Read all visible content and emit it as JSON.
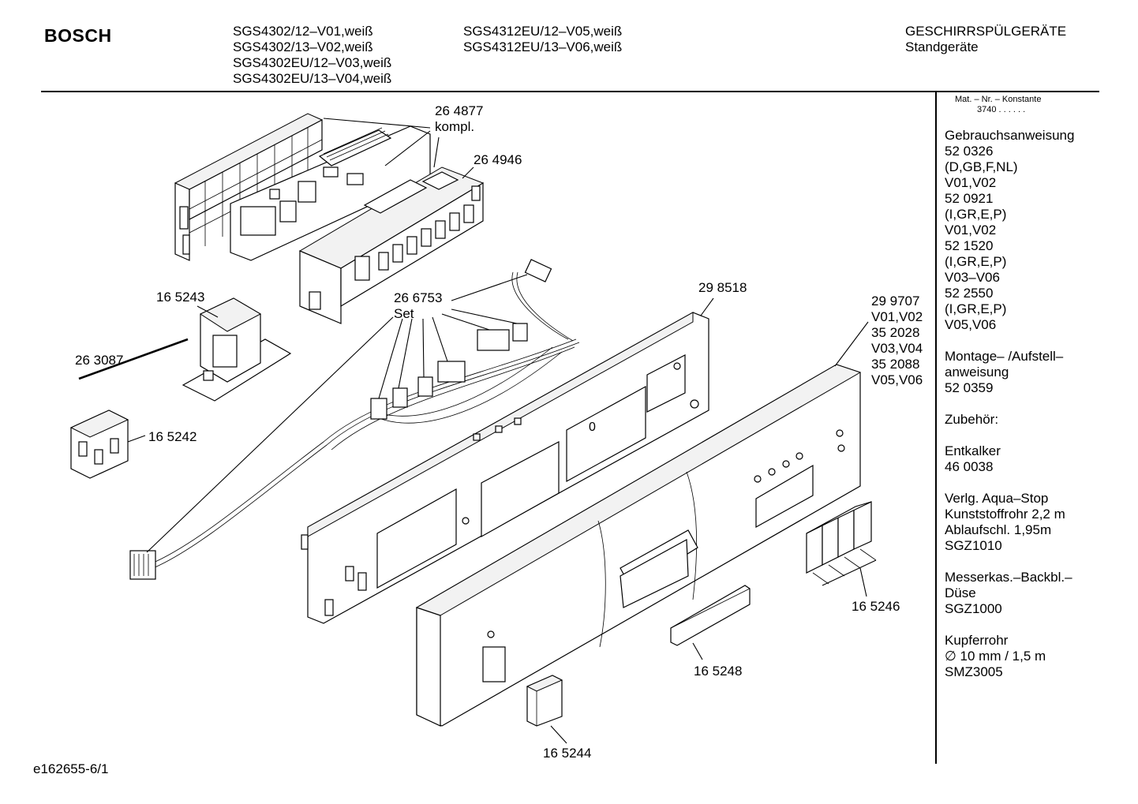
{
  "header": {
    "brand": "BOSCH",
    "models_col1": [
      "SGS4302/12–V01,weiß",
      "SGS4302/13–V02,weiß",
      "SGS4302EU/12–V03,weiß",
      "SGS4302EU/13–V04,weiß"
    ],
    "models_col2": [
      "SGS4312EU/12–V05,weiß",
      "SGS4312EU/13–V06,weiß"
    ],
    "category": "GESCHIRRSPÜLGERÄTE",
    "subcategory": "Standgeräte"
  },
  "footer": {
    "drawing_id": "e162655-6/1"
  },
  "parts": {
    "p264877": [
      "26 4877",
      "kompl."
    ],
    "p264946": "26 4946",
    "p165243": "16 5243",
    "p266753": [
      "26 6753",
      "Set"
    ],
    "p298518": "29 8518",
    "p263087": "26 3087",
    "p165242": "16 5242",
    "p299707": [
      "29 9707",
      "V01,V02",
      "35 2028",
      "V03,V04",
      "35 2088",
      "V05,V06"
    ],
    "p165246": "16 5246",
    "p165248": "16 5248",
    "p165244": "16 5244",
    "display_zero": "0"
  },
  "sidebar": {
    "mat_title": "Mat. – Nr. – Konstante",
    "mat_value": "3740 .  .  .  .  .  .",
    "groups": [
      [
        "Gebrauchsanweisung",
        "52 0326",
        "(D,GB,F,NL)",
        "V01,V02",
        "52 0921",
        "(I,GR,E,P)",
        "V01,V02",
        "52 1520",
        "(I,GR,E,P)",
        "V03–V06",
        "52 2550",
        "(I,GR,E,P)",
        "V05,V06"
      ],
      [
        "Montage– /Aufstell–",
        "anweisung",
        "52 0359"
      ],
      [
        "Zubehör:"
      ],
      [
        "Entkalker",
        "46 0038"
      ],
      [
        "Verlg. Aqua–Stop",
        "Kunststoffrohr 2,2 m",
        "Ablaufschl. 1,95m",
        "SGZ1010"
      ],
      [
        "Messerkas.–Backbl.–",
        "Düse",
        "SGZ1000"
      ],
      [
        "Kupferrohr",
        "∅ 10 mm / 1,5 m",
        "SMZ3005"
      ]
    ]
  }
}
